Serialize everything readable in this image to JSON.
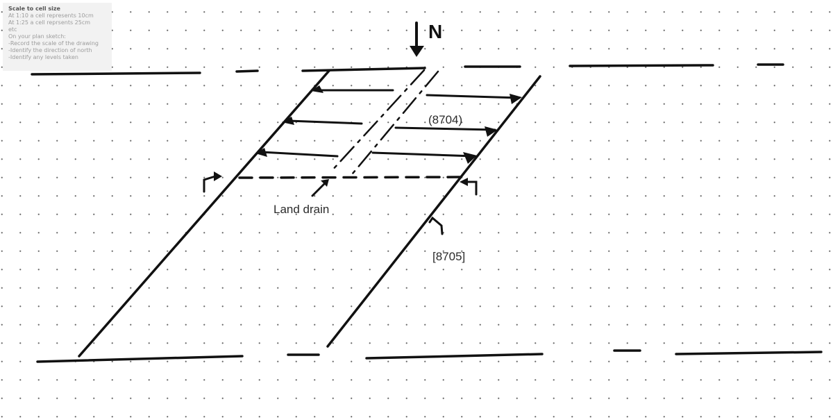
{
  "note": {
    "title": "Scale to cell size",
    "lines": [
      "At 1:10 a cell represents 10cm",
      "At 1:25 a cell reprsents 25cm",
      "etc",
      "On your plan sketch:",
      "-Record the scale of the drawing",
      "-Identify  the  direction of north",
      "-Identify any levels taken"
    ]
  },
  "sketch": {
    "north_label": "N",
    "labels": {
      "context_8704": "(8704)",
      "land_drain": "Land drain",
      "context_8705": "[8705]"
    }
  },
  "colors": {
    "ink": "#111111",
    "grid_dot": "#6a6a6a",
    "note_bg": "#f2f2f2"
  }
}
